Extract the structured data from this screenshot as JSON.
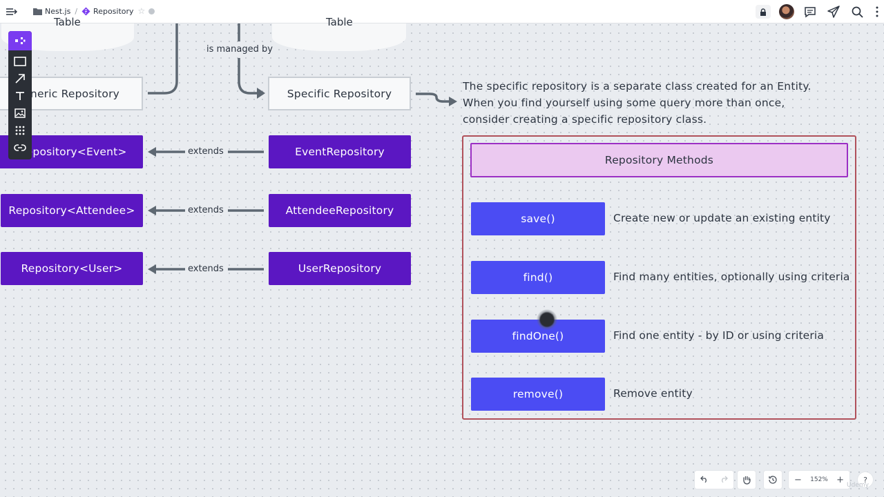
{
  "topbar": {
    "breadcrumb_folder": "Nest.js",
    "breadcrumb_sep": "/",
    "breadcrumb_page": "Repository"
  },
  "toolbar": {
    "tools": [
      "select-icon",
      "rectangle-icon",
      "arrow-icon",
      "text-icon",
      "image-icon",
      "grid-icon",
      "link-icon"
    ]
  },
  "diagram": {
    "table_left": "Table",
    "table_right": "Table",
    "is_managed_by": "is managed by",
    "generic_repository": "Generic Repository",
    "specific_repository": "Specific Repository",
    "rows": [
      {
        "left": "Repository<Event>",
        "relation": "extends",
        "right": "EventRepository"
      },
      {
        "left": "Repository<Attendee>",
        "relation": "extends",
        "right": "AttendeeRepository"
      },
      {
        "left": "Repository<User>",
        "relation": "extends",
        "right": "UserRepository"
      }
    ],
    "description_lines": [
      "The specific repository is a separate class created for an Entity.",
      "When you find yourself using some query more than once,",
      "consider creating a specific repository class."
    ],
    "methods_title": "Repository Methods",
    "methods": [
      {
        "name": "save()",
        "description": "Create new or update an existing entity"
      },
      {
        "name": "find()",
        "description": "Find many entities, optionally using criteria"
      },
      {
        "name": "findOne()",
        "description": "Find one entity - by ID or using criteria"
      },
      {
        "name": "remove()",
        "description": "Remove entity"
      }
    ]
  },
  "bottom_controls": {
    "zoom_out": "−",
    "zoom_level": "152%",
    "zoom_in": "+",
    "help": "?"
  },
  "watermark": "Udemy",
  "colors": {
    "purple": "#5b17c2",
    "blue": "#4b4cf3",
    "pink": "#ebc9f0",
    "frame": "#b0505a",
    "accent": "#7a3cf0"
  }
}
